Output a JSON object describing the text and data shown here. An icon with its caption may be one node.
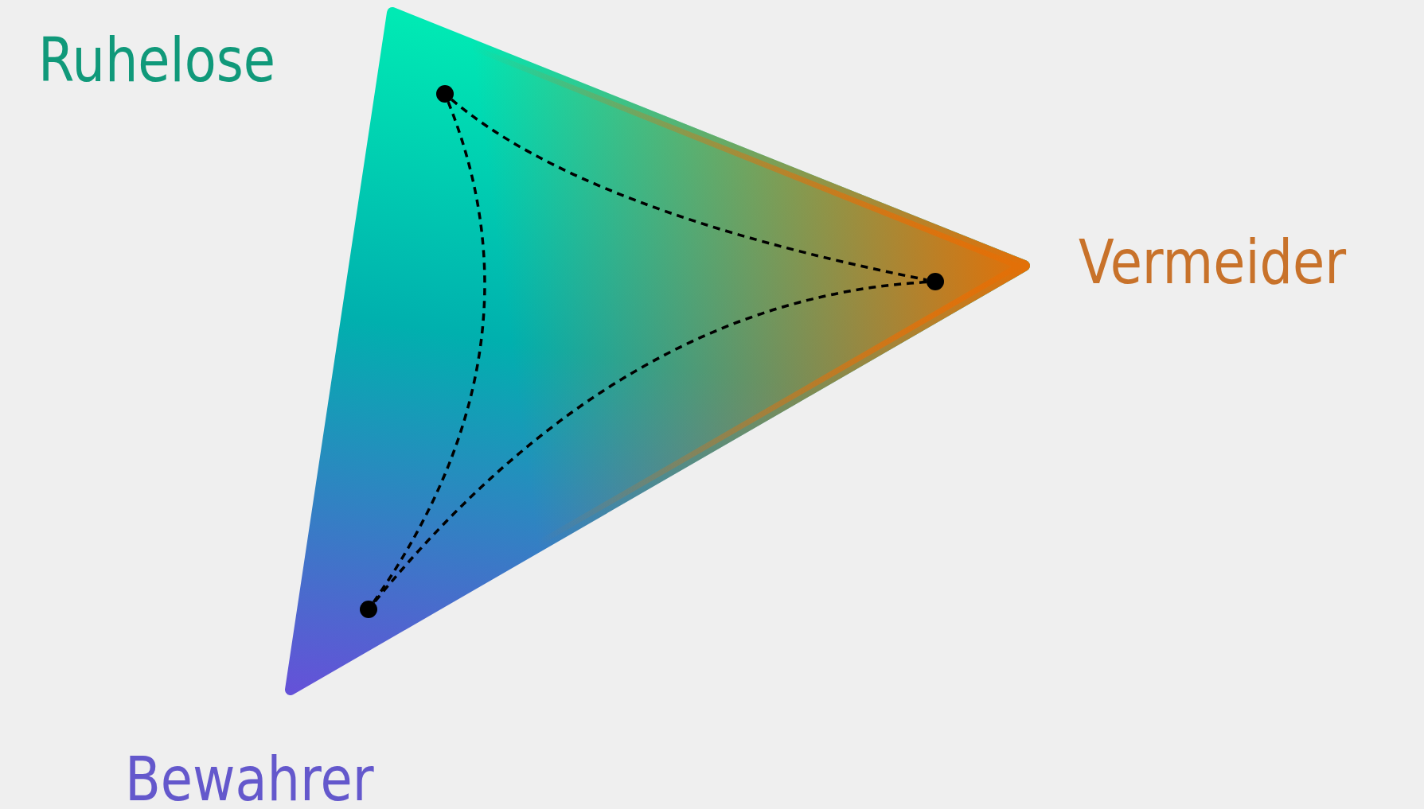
{
  "diagram": {
    "nodes": [
      {
        "text": [],
        "shape": "circle"
      },
      {
        "text": [],
        "shape": "circle"
      },
      {
        "text": [],
        "shape": "circle"
      }
    ],
    "edges": [
      {
        "from": 0,
        "to": 1,
        "arrow": "none",
        "style": "dashed"
      },
      {
        "from": 0,
        "to": 2,
        "arrow": "none",
        "style": "dashed"
      },
      {
        "from": 1,
        "to": 2,
        "arrow": "none",
        "style": "dashed"
      }
    ],
    "labels": [
      "Ruhelose",
      "Vermeider",
      "Bewahrer"
    ]
  }
}
